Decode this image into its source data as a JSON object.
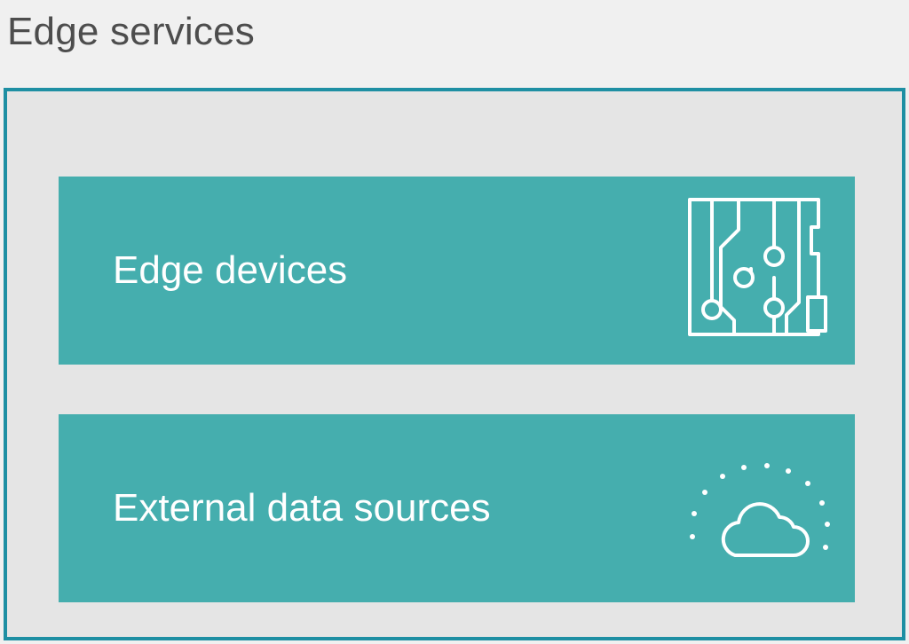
{
  "title": "Edge services",
  "cards": [
    {
      "label": "Edge devices",
      "icon": "circuit-board-icon"
    },
    {
      "label": "External data sources",
      "icon": "cloud-icon"
    }
  ],
  "colors": {
    "container_border": "#1e8fa3",
    "container_fill": "#e5e5e5",
    "card_fill": "#45aeae",
    "text": "#ffffff",
    "title": "#4d4d4d"
  }
}
